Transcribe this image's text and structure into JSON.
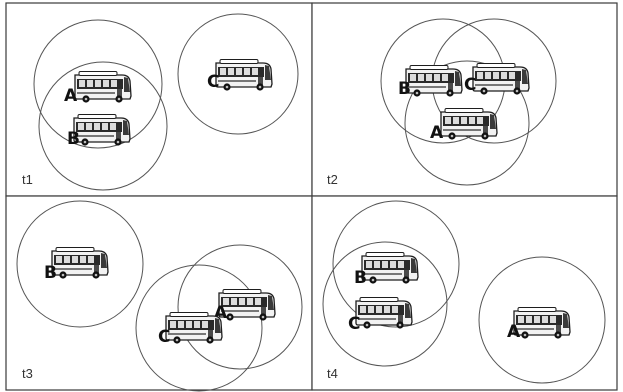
{
  "panels": [
    {
      "time_label": "t1",
      "buses": [
        {
          "label": "A"
        },
        {
          "label": "B"
        },
        {
          "label": "C"
        }
      ]
    },
    {
      "time_label": "t2",
      "buses": [
        {
          "label": "B"
        },
        {
          "label": "C"
        },
        {
          "label": "A"
        }
      ]
    },
    {
      "time_label": "t3",
      "buses": [
        {
          "label": "B"
        },
        {
          "label": "A"
        },
        {
          "label": "C"
        }
      ]
    },
    {
      "time_label": "t4",
      "buses": [
        {
          "label": "B"
        },
        {
          "label": "C"
        },
        {
          "label": "A"
        }
      ]
    }
  ],
  "colors": {
    "frame": "#3a3a3a",
    "range_circle": "#555555",
    "bus_body": "#f2f2f2",
    "bus_dark": "#1e1e1e"
  }
}
